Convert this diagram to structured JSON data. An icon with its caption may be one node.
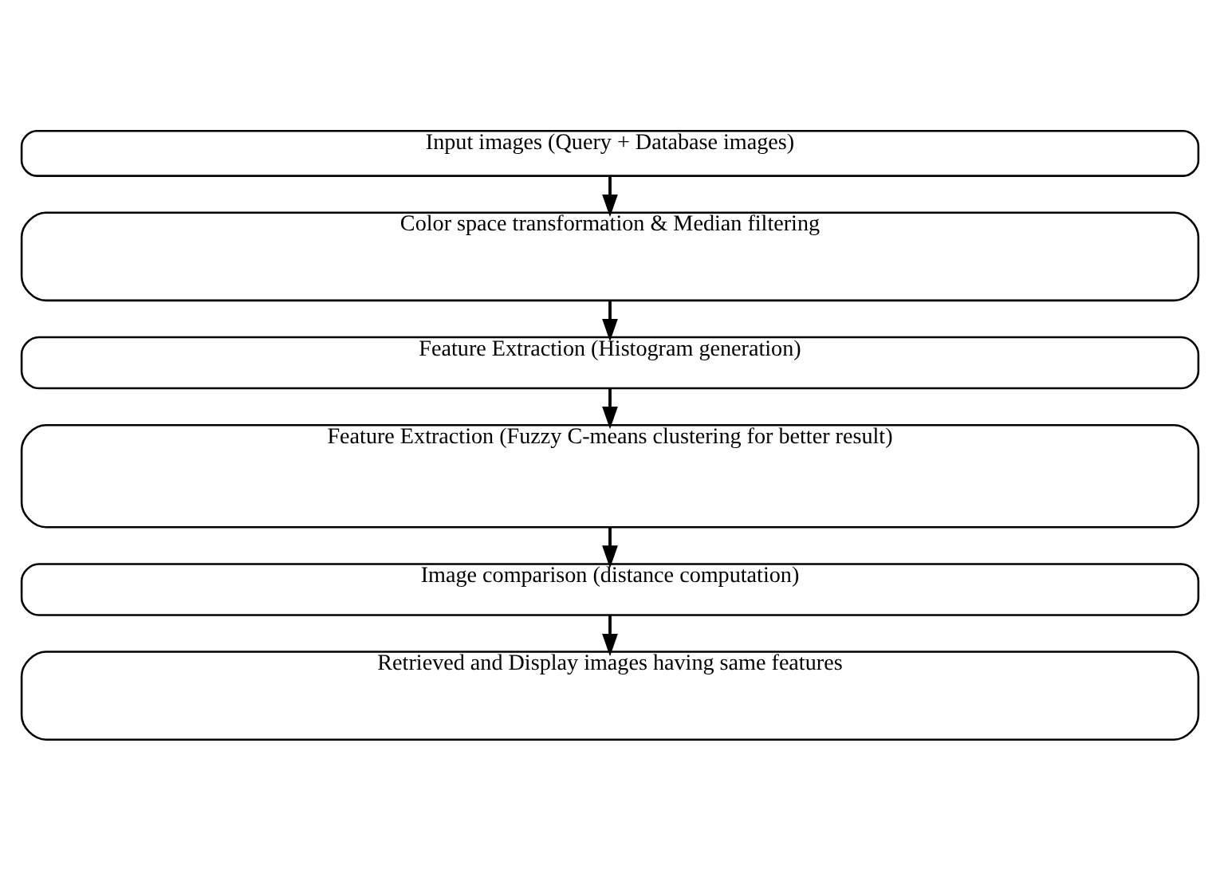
{
  "diagram": {
    "nodes": [
      {
        "text": [
          "Input images (Query + Database images)"
        ]
      },
      {
        "text": [
          "Color space transformation & Median filtering"
        ]
      },
      {
        "text": [
          "Feature Extraction (Histogram generation)"
        ]
      },
      {
        "text": [
          "Feature Extraction (Fuzzy C-means clustering for better result)"
        ]
      },
      {
        "text": [
          "Image comparison (distance computation)"
        ]
      },
      {
        "text": [
          "Retrieved and Display images having same features"
        ]
      }
    ],
    "edges": [
      {
        "from": 0,
        "to": 1,
        "arrow": "to"
      },
      {
        "from": 1,
        "to": 2,
        "arrow": "to"
      },
      {
        "from": 2,
        "to": 3,
        "arrow": "to"
      },
      {
        "from": 3,
        "to": 4,
        "arrow": "to"
      },
      {
        "from": 4,
        "to": 5,
        "arrow": "to"
      }
    ]
  }
}
